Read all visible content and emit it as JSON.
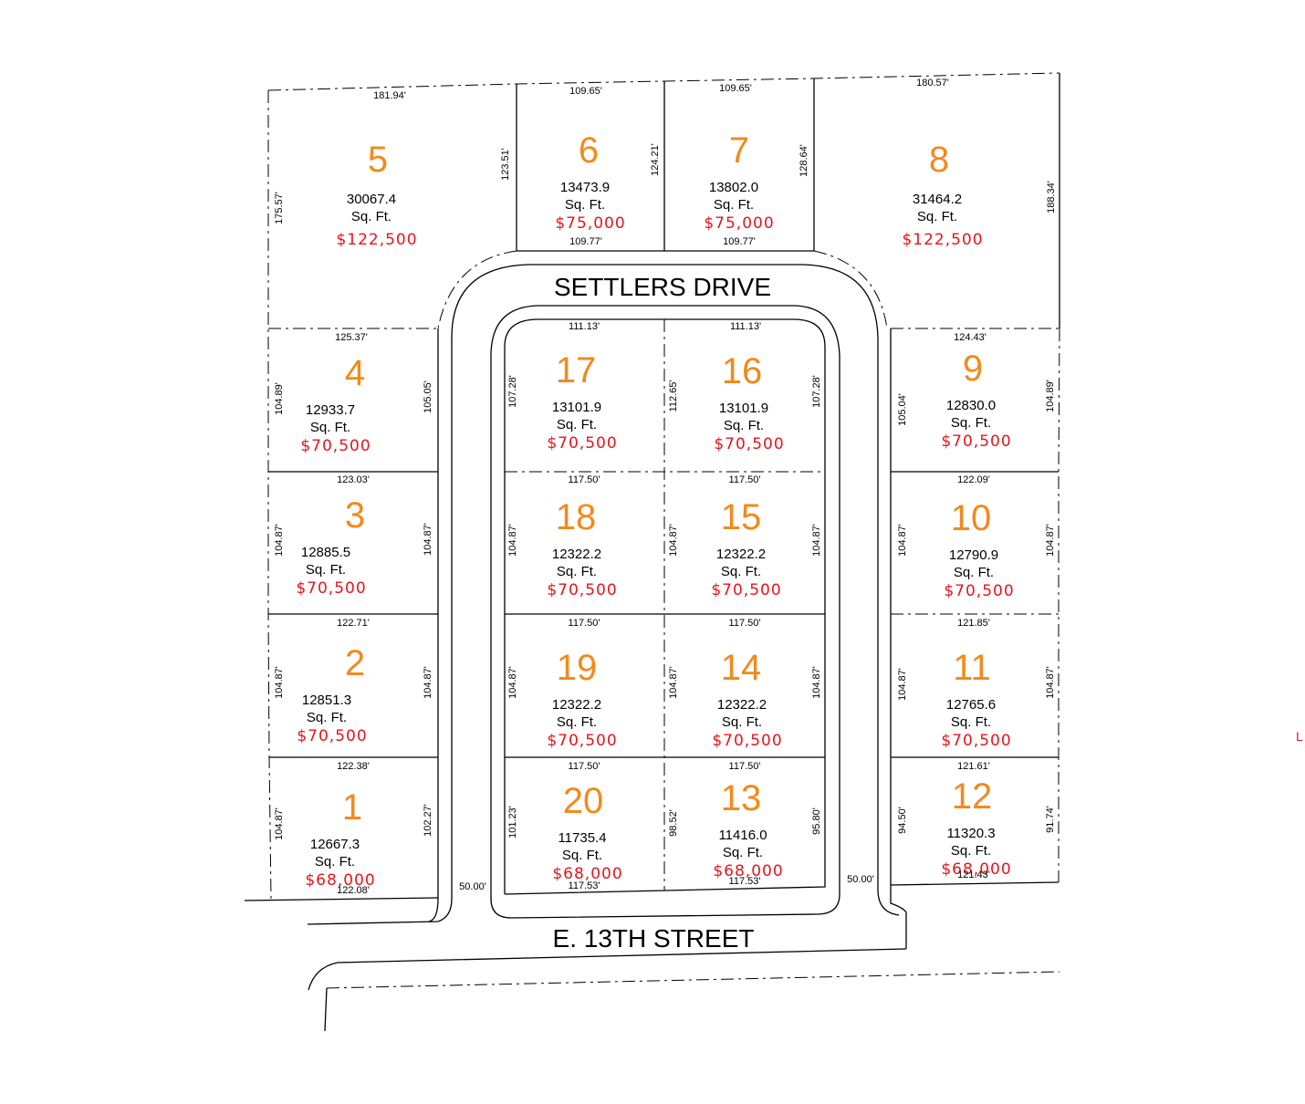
{
  "streets": {
    "north": "SETTLERS DRIVE",
    "south": "E. 13TH STREET"
  },
  "unit_label": "Sq. Ft.",
  "edge_mark": "L",
  "lots": [
    {
      "number": "1",
      "area": "12667.3",
      "price": "$68,000"
    },
    {
      "number": "2",
      "area": "12851.3",
      "price": "$70,500"
    },
    {
      "number": "3",
      "area": "12885.5",
      "price": "$70,500"
    },
    {
      "number": "4",
      "area": "12933.7",
      "price": "$70,500"
    },
    {
      "number": "5",
      "area": "30067.4",
      "price": "$122,500"
    },
    {
      "number": "6",
      "area": "13473.9",
      "price": "$75,000"
    },
    {
      "number": "7",
      "area": "13802.0",
      "price": "$75,000"
    },
    {
      "number": "8",
      "area": "31464.2",
      "price": "$122,500"
    },
    {
      "number": "9",
      "area": "12830.0",
      "price": "$70,500"
    },
    {
      "number": "10",
      "area": "12790.9",
      "price": "$70,500"
    },
    {
      "number": "11",
      "area": "12765.6",
      "price": "$70,500"
    },
    {
      "number": "12",
      "area": "11320.3",
      "price": "$68,000"
    },
    {
      "number": "13",
      "area": "11416.0",
      "price": "$68,000"
    },
    {
      "number": "14",
      "area": "12322.2",
      "price": "$70,500"
    },
    {
      "number": "15",
      "area": "12322.2",
      "price": "$70,500"
    },
    {
      "number": "16",
      "area": "13101.9",
      "price": "$70,500"
    },
    {
      "number": "17",
      "area": "13101.9",
      "price": "$70,500"
    },
    {
      "number": "18",
      "area": "12322.2",
      "price": "$70,500"
    },
    {
      "number": "19",
      "area": "12322.2",
      "price": "$70,500"
    },
    {
      "number": "20",
      "area": "11735.4",
      "price": "$68,000"
    }
  ],
  "dimensions": [
    "181.94'",
    "109.65'",
    "109.65'",
    "180.57'",
    "175.57'",
    "123.51'",
    "124.21'",
    "128.64'",
    "188.34'",
    "109.77'",
    "109.77'",
    "125.37'",
    "124.43'",
    "111.13'",
    "111.13'",
    "104.89'",
    "105.05'",
    "107.28'",
    "112.65'",
    "107.28'",
    "105.04'",
    "104.89'",
    "123.03'",
    "117.50'",
    "117.50'",
    "122.09'",
    "104.87'",
    "104.87'",
    "104.87'",
    "104.87'",
    "104.87'",
    "104.87'",
    "104.87'",
    "122.71'",
    "117.50'",
    "117.50'",
    "121.85'",
    "104.87'",
    "104.87'",
    "104.87'",
    "104.87'",
    "104.87'",
    "104.87'",
    "104.87'",
    "122.38'",
    "117.50'",
    "117.50'",
    "121.61'",
    "104.87'",
    "102.27'",
    "101.23'",
    "98.52'",
    "95.80'",
    "94.50'",
    "91.74'",
    "122.08'",
    "117.53'",
    "117.53'",
    "121.43'",
    "50.00'",
    "50.00'"
  ]
}
